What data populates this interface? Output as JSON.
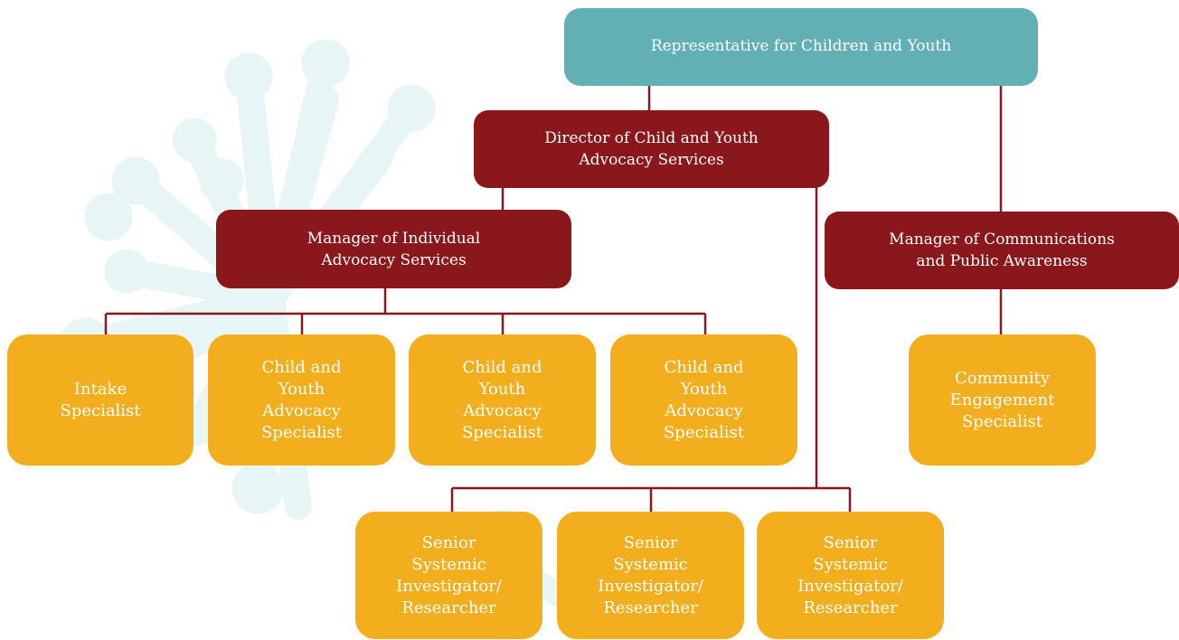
{
  "colors": {
    "top_node": "#63b0b4",
    "manager_node": "#8a171b",
    "staff_node": "#f2ae1c",
    "connector": "#8a171b",
    "background_motif": "#e8f5f6"
  },
  "org_chart": {
    "representative": "Representative for Children and Youth",
    "director": "Director of Child and Youth\nAdvocacy Services",
    "manager_individual": "Manager of Individual\nAdvocacy Services",
    "manager_communications": "Manager of Communications\nand Public Awareness",
    "intake": "Intake\nSpecialist",
    "advocacy_1": "Child and\nYouth\nAdvocacy\nSpecialist",
    "advocacy_2": "Child and\nYouth\nAdvocacy\nSpecialist",
    "advocacy_3": "Child and\nYouth\nAdvocacy\nSpecialist",
    "community": "Community\nEngagement\nSpecialist",
    "investigator_1": "Senior\nSystemic\nInvestigator/\nResearcher",
    "investigator_2": "Senior\nSystemic\nInvestigator/\nResearcher",
    "investigator_3": "Senior\nSystemic\nInvestigator/\nResearcher"
  }
}
